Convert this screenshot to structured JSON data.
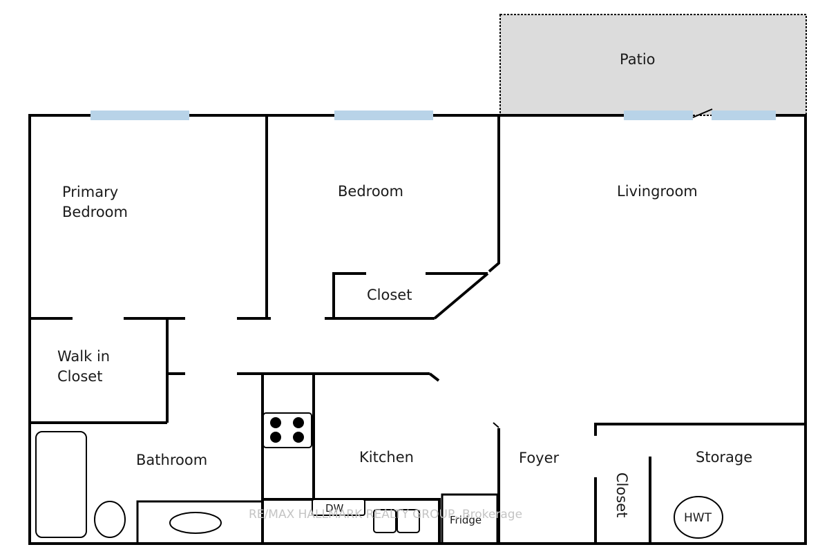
{
  "rooms": {
    "patio": "Patio",
    "primary_bedroom_line1": "Primary",
    "primary_bedroom_line2": "Bedroom",
    "bedroom": "Bedroom",
    "livingroom": "Livingroom",
    "closet_bedroom": "Closet",
    "walk_in_closet_line1": "Walk in",
    "walk_in_closet_line2": "Closet",
    "bathroom": "Bathroom",
    "kitchen": "Kitchen",
    "foyer": "Foyer",
    "storage": "Storage",
    "closet_foyer": "Closet"
  },
  "fixtures": {
    "dishwasher": "DW",
    "fridge": "Fridge",
    "hot_water_tank": "HWT"
  },
  "watermark": "RE/MAX HALLMARK REALTY GROUP, Brokerage",
  "colors": {
    "patio_fill": "#dcdcdc",
    "window": "#b8d3e8",
    "wall": "#000000"
  }
}
